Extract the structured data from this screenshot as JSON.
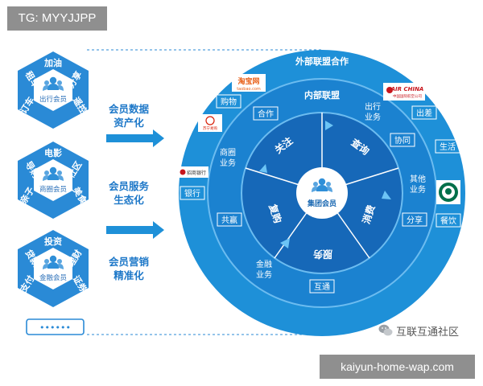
{
  "tags": {
    "top_left": "TG: MYYJJPP",
    "bottom_right": "kaiyun-home-wap.com"
  },
  "watermark": {
    "text": "互联互通社区"
  },
  "hexagons": [
    {
      "center": "出行会员",
      "top": "加油",
      "upper_left": "租车",
      "upper_right": "分享",
      "lower_left": "订车",
      "lower_right": "遥控"
    },
    {
      "center": "商圈会员",
      "top": "电影",
      "upper_left": "导购",
      "upper_right": "社区",
      "lower_left": "亲子",
      "lower_right": "美食"
    },
    {
      "center": "金融会员",
      "top": "投资",
      "upper_left": "贷款",
      "upper_right": "理财",
      "lower_left": "支付",
      "lower_right": "证券"
    }
  ],
  "more_box": {
    "dots": "••••••"
  },
  "arrows": [
    {
      "line1": "会员数据",
      "line2": "资产化"
    },
    {
      "line1": "会员服务",
      "line2": "生态化"
    },
    {
      "line1": "会员营销",
      "line2": "精准化"
    }
  ],
  "circle": {
    "outer_title": "外部联盟合作",
    "inner_title": "内部联盟",
    "core": "集团会员",
    "actions": [
      "关注",
      "查询",
      "消费",
      "服务",
      "复购"
    ],
    "domains": [
      {
        "line1": "出行",
        "line2": "业务"
      },
      {
        "line1": "其他",
        "line2": "业务"
      },
      {
        "line1": "金融",
        "line2": "业务"
      },
      {
        "line1": "商圈",
        "line2": "业务"
      }
    ],
    "ring_tags": [
      "合作",
      "协同",
      "分享",
      "互通",
      "共赢"
    ],
    "outer_tags": [
      "购物",
      "出差",
      "生活",
      "餐饮",
      "银行"
    ],
    "logos": {
      "taobao": {
        "main": "淘宝网",
        "sub": "taobao.com"
      },
      "airchina": {
        "main": "AIR CHINA",
        "sub": "中国国际航空公司"
      },
      "suning": {
        "main": "苏宁易购"
      },
      "bank": {
        "main": "招商银行"
      }
    }
  },
  "colors": {
    "primary": "#1e90d8",
    "mid": "#1b78c8",
    "inner": "#1565b0",
    "core": "#ffffff",
    "arrow": "#1e90d8"
  }
}
